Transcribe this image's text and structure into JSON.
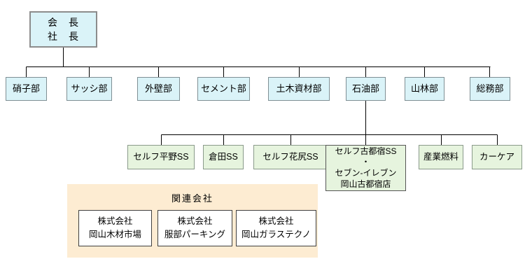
{
  "org": {
    "top": {
      "label": "会　長\n社　長"
    },
    "departments": [
      {
        "label": "硝子部"
      },
      {
        "label": "サッシ部"
      },
      {
        "label": "外壁部"
      },
      {
        "label": "セメント部"
      },
      {
        "label": "土木資材部"
      },
      {
        "label": "石油部"
      },
      {
        "label": "山林部"
      },
      {
        "label": "総務部"
      }
    ],
    "oil_children": [
      {
        "label": "セルフ平野SS"
      },
      {
        "label": "倉田SS"
      },
      {
        "label": "セルフ花尻SS"
      },
      {
        "label": "セルフ古都宿SS\n・\nセブン-イレブン\n岡山古都宿店"
      },
      {
        "label": "産業燃料"
      },
      {
        "label": "カーケア"
      }
    ],
    "related": {
      "title": "関連会社",
      "companies": [
        {
          "label": "株式会社\n岡山木材市場"
        },
        {
          "label": "株式会社\n服部パーキング"
        },
        {
          "label": "株式会社\n岡山ガラステクノ"
        }
      ]
    },
    "colors": {
      "dept_fill": "#daf3f8",
      "child_fill": "#e6f4de",
      "panel_fill": "#fdecd2",
      "company_fill": "#ffffff",
      "line": "#000000"
    }
  }
}
